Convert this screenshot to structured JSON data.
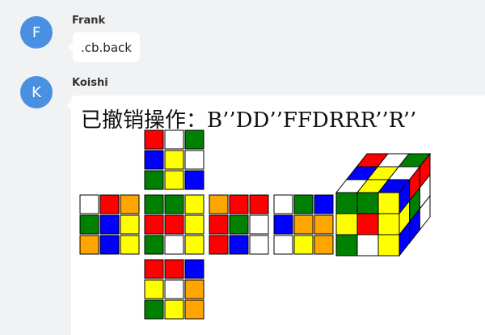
{
  "messages": [
    {
      "sender": "Frank",
      "avatar_letter": "F",
      "text": ".cb.back"
    },
    {
      "sender": "Koishi",
      "avatar_letter": "K",
      "image_title": "已撤销操作：B’’DD’’FFDRRR’’R’’"
    }
  ],
  "colors": {
    "R": "#ff0000",
    "G": "#008000",
    "B": "#0000ff",
    "Y": "#ffff00",
    "O": "#ffa500",
    "W": "#ffffff"
  },
  "cube_net": {
    "up": [
      [
        "R",
        "W",
        "G"
      ],
      [
        "B",
        "Y",
        "W"
      ],
      [
        "G",
        "Y",
        "B"
      ]
    ],
    "left": [
      [
        "W",
        "R",
        "O"
      ],
      [
        "G",
        "B",
        "Y"
      ],
      [
        "O",
        "B",
        "Y"
      ]
    ],
    "front": [
      [
        "G",
        "G",
        "Y"
      ],
      [
        "R",
        "R",
        "Y"
      ],
      [
        "G",
        "W",
        "Y"
      ]
    ],
    "right": [
      [
        "O",
        "R",
        "R"
      ],
      [
        "R",
        "G",
        "W"
      ],
      [
        "R",
        "B",
        "W"
      ]
    ],
    "back": [
      [
        "W",
        "G",
        "B"
      ],
      [
        "B",
        "O",
        "O"
      ],
      [
        "W",
        "Y",
        "O"
      ]
    ],
    "down": [
      [
        "R",
        "R",
        "B"
      ],
      [
        "Y",
        "W",
        "O"
      ],
      [
        "G",
        "Y",
        "O"
      ]
    ]
  },
  "cube_3d": {
    "front": [
      [
        "G",
        "G",
        "Y"
      ],
      [
        "Y",
        "R",
        "Y"
      ],
      [
        "G",
        "W",
        "Y"
      ]
    ],
    "top": [
      [
        "R",
        "W",
        "G"
      ],
      [
        "B",
        "Y",
        "W"
      ],
      [
        "W",
        "Y",
        "B"
      ]
    ],
    "right": [
      [
        "B",
        "R",
        "R"
      ],
      [
        "Y",
        "G",
        "W"
      ],
      [
        "B",
        "B",
        "W"
      ]
    ]
  }
}
